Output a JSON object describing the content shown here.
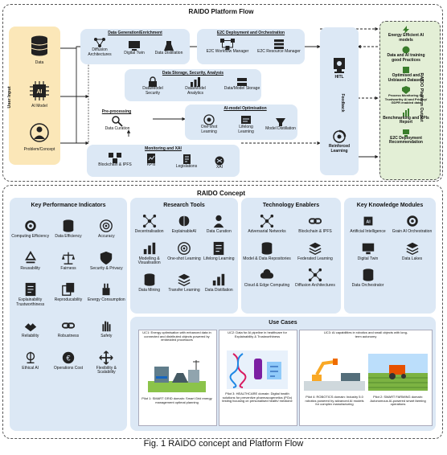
{
  "platform": {
    "title": "RAIDO Platform Flow",
    "user_input": "User Input",
    "inputs": [
      "Data",
      "AI Model",
      "Problem/Concept"
    ],
    "data_gen": {
      "title": "Data Generation/Enrichment",
      "items": [
        "Diffusion Architectures",
        "Digital Twin",
        "Data Distillation"
      ]
    },
    "e2c": {
      "title": "E2C Deployment and Orchestration",
      "items": [
        "E2C Workflow Manager",
        "E2C Resource Manager"
      ]
    },
    "storage": {
      "title": "Data Storage, Security, Analysis",
      "items": [
        "Data/Model Security",
        "Data/Model Analytics",
        "Data/Model Storage"
      ]
    },
    "preproc": {
      "title": "Pre-processing",
      "items": [
        "Data Curation"
      ]
    },
    "ai_opt": {
      "title": "AI-model Optimisation",
      "items": [
        "One-shot Learning",
        "Lifelong Learning",
        "Model Distillation"
      ]
    },
    "monitoring": {
      "title": "Monitoring and XAI",
      "items": [
        "Blockchain & IPFS",
        "KPIs",
        "Legislations",
        "XAI"
      ]
    },
    "hitl": "HITL",
    "reinforced": "Reinforced Learning",
    "feedback": "Feedback",
    "output_label": "RAIDO Platform Output",
    "outputs": [
      "Energy Efficient AI models",
      "Data and AI training good Practices",
      "Optimised and Unbiased Datasets",
      "Process Monitoring for Trustworthy AI and Privacy/ GDPR enabled data",
      "Benchmarking and KPIs Report",
      "E2C Deployment Recommendation"
    ]
  },
  "concept": {
    "title": "RAIDO Concept",
    "kpi": {
      "title": "Key Performance Indicators",
      "items": [
        "Computing Efficiency",
        "Data Efficiency",
        "Accuracy",
        "Reusability",
        "Fairness",
        "Security & Privacy",
        "Explainability Trustworthiness",
        "Reproducability",
        "Energy Consumption",
        "Reliability",
        "Robustness",
        "Safety",
        "Ethical AI",
        "Operations Cost",
        "Flexibility & Scalability"
      ]
    },
    "research": {
      "title": "Research Tools",
      "items": [
        "Decentralisation",
        "ExplainableAI",
        "Data Curation",
        "Modelling & Visualisation",
        "One-shot Learning",
        "Lifelong Learning",
        "Data Mining",
        "Transfer Learning",
        "Data Distillation"
      ]
    },
    "tech": {
      "title": "Technology Enablers",
      "items": [
        "Adversarial Networks",
        "Blockchain & IPFS",
        "Model & Data Repositories",
        "Federated Learning",
        "Cloud & Edge Computing",
        "Diffusion Architectures"
      ]
    },
    "knowledge": {
      "title": "Key Knowledge Modules",
      "items": [
        "Artificial Intelligence",
        "Grain AI Orchestration",
        "Digital Twin",
        "Data Lakes",
        "Data Orchestrator"
      ]
    },
    "use_cases": {
      "title": "Use Cases",
      "top": [
        "UC1: Energy optimisation with enhanced data in connected and distributed objects powered by embedded processors",
        "UC2: Data for AI pipeline in healthcare for Explainability & Trustworthiness",
        "UC3: AI capabilities in robotics and small objects with long-term autonomy"
      ],
      "pilots": [
        "Pilot 1: SMART GRID domain: Smart Grid energy management optimal planning",
        "Pilot 3: HEALTHCARE domain: Digital health solutions for preventive pharmacogenetics (PGx) testing focusing on personalised health/ medicine",
        "Pilot 4: ROBOTICS domain: Industry 5.0 robotics powered by advanced AI models for complex manufacturing",
        "Pilot 2: SMART FARMING domain: Autonomous AI-powered smart farming operations"
      ]
    }
  },
  "caption": "Fig. 1 RAIDO concept and Platform Flow",
  "colors": {
    "panel_blue": "#dce8f5",
    "user_input": "#fbe7b8",
    "output": "#e3efd6",
    "arrow": "#222222"
  }
}
